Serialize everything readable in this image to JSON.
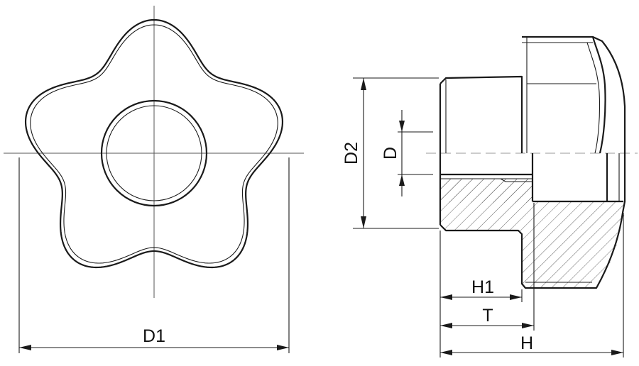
{
  "labels": {
    "d1": "D1",
    "d2": "D2",
    "d": "D",
    "h1": "H1",
    "t": "T",
    "h": "H"
  },
  "colors": {
    "line": "#1a1a1a",
    "background": "#ffffff"
  }
}
